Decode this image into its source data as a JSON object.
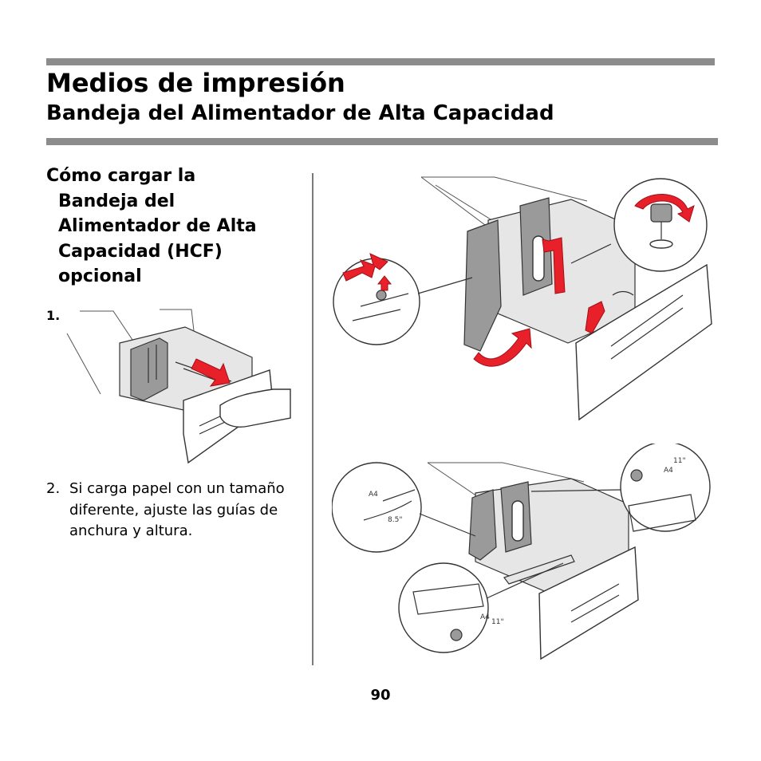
{
  "header": {
    "title": "Medios de impresión",
    "subtitle": "Bandeja del Alimentador de Alta Capacidad"
  },
  "section": {
    "lines": [
      "Cómo cargar la",
      "Bandeja del",
      "Alimentador de Alta",
      "Capacidad (HCF)",
      "opcional"
    ]
  },
  "steps": [
    {
      "number": "1."
    },
    {
      "number": "2.",
      "text": "Si carga papel con un tamaño diferente, ajuste las guías de anchura y altura."
    }
  ],
  "figures": {
    "fig3_labels": {
      "a4": "A4",
      "size_85": "8.5\"",
      "size_11": "11\""
    }
  },
  "footer": {
    "page_number": "90"
  },
  "colors": {
    "rule": "#8c8c8c",
    "arrow": "#e8202a",
    "divider": "#7a7a7a"
  }
}
